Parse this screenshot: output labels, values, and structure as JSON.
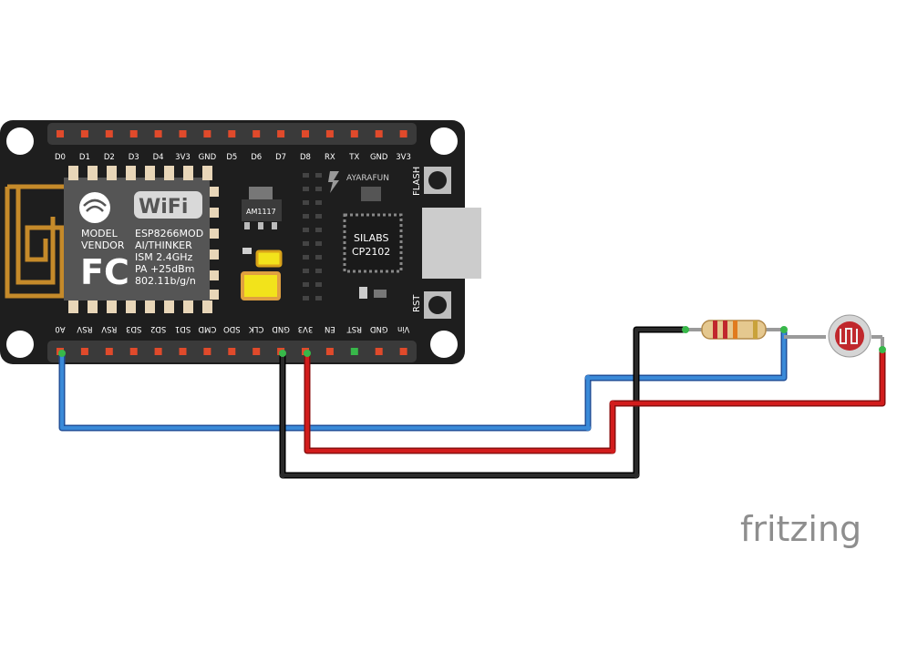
{
  "board": {
    "top_pins": [
      "D0",
      "D1",
      "D2",
      "D3",
      "D4",
      "3V3",
      "GND",
      "D5",
      "D6",
      "D7",
      "D8",
      "RX",
      "TX",
      "GND",
      "3V3"
    ],
    "bottom_pins": [
      "A0",
      "RSV",
      "RSV",
      "SD3",
      "SD2",
      "SD1",
      "CMD",
      "SDO",
      "CLK",
      "GND",
      "3V3",
      "EN",
      "RST",
      "GND",
      "Vin"
    ],
    "module_lines": [
      "MODEL",
      "VENDOR"
    ],
    "module_spec": [
      "ESP8266MOD",
      "AI/THINKER",
      "ISM 2.4GHz",
      "PA +25dBm",
      "802.11b/g/n"
    ],
    "wifi_label": "WiFi",
    "fc_label": "FC",
    "regulator_label": "AM1117",
    "brand_label": "AYARAFUN",
    "chip_lines": [
      "SILABS",
      "CP2102"
    ],
    "flash_label": "FLASH",
    "rst_label": "RST"
  },
  "wires": [
    {
      "name": "A0 to sensor junction",
      "color": "#3a7fd1"
    },
    {
      "name": "GND to resistor",
      "color": "#1a1a1a"
    },
    {
      "name": "3V3 to photoresistor",
      "color": "#cc1a1a"
    }
  ],
  "colors": {
    "board": "#1e1e1e",
    "pin_red": "#e04a2b",
    "pin_green": "#38b84a",
    "ldr_body": "#c0282d"
  },
  "watermark": "fritzing"
}
